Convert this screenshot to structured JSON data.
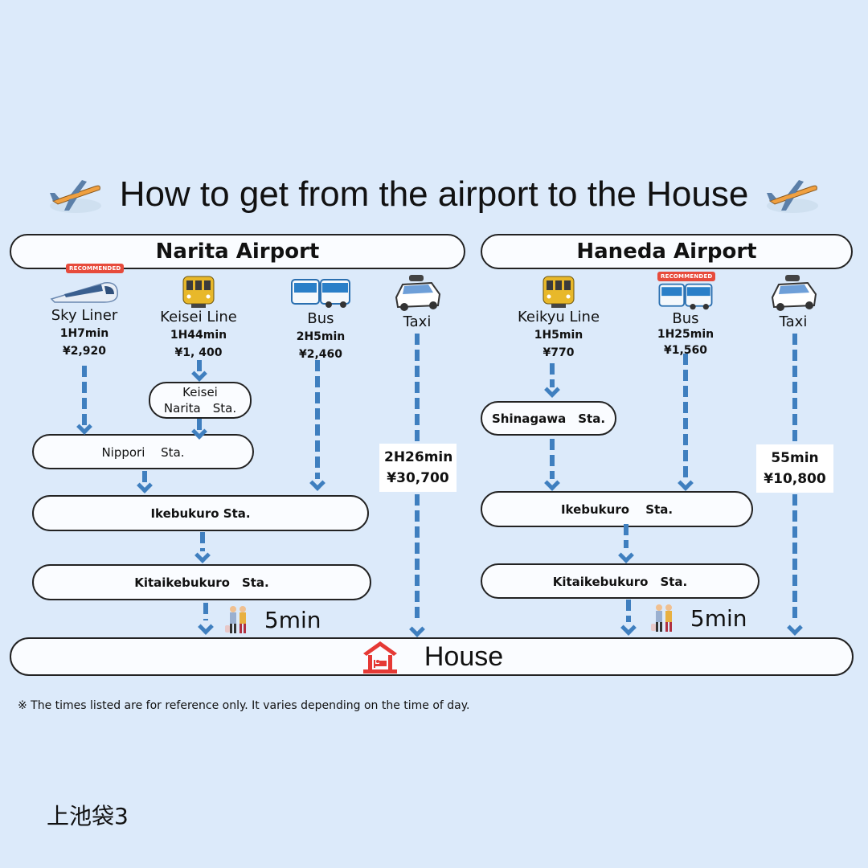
{
  "title": "How to get from the airport to the House",
  "icons": {
    "title_left": "airplane-icon",
    "title_right": "airplane-icon",
    "house": "house-bed-icon",
    "walker": "walking-people-icon"
  },
  "colors": {
    "background": "#dceafa",
    "arrow": "#3f7fbf",
    "recommended_badge": "#e74b3c",
    "house_icon": "#e53935"
  },
  "recommended_label": "RECOMMENDED",
  "narita": {
    "name": "Narita Airport",
    "modes": [
      {
        "name": "Sky Liner",
        "time": "1H7min",
        "price": "¥2,920",
        "icon": "express-train-icon",
        "recommended": true
      },
      {
        "name": "Keisei Line",
        "time": "1H44min",
        "price": "¥1, 400",
        "icon": "yellow-train-icon",
        "recommended": false
      },
      {
        "name": "Bus",
        "time": "2H5min",
        "price": "¥2,460",
        "icon": "bus-icon",
        "recommended": false
      },
      {
        "name": "Taxi",
        "time": "2H26min",
        "price": "¥30,700",
        "icon": "taxi-icon",
        "recommended": false
      }
    ],
    "stations": {
      "keisei_narita": "Keisei\nNarita　Sta.",
      "keisei_narita_l1": "Keisei",
      "keisei_narita_l2": "Narita　Sta.",
      "nippori": "Nippori　 Sta.",
      "ikebukuro": "Ikebukuro Sta.",
      "kitaikebukuro": "Kitaikebukuro　Sta."
    },
    "walk": "5min"
  },
  "haneda": {
    "name": "Haneda Airport",
    "modes": [
      {
        "name": "Keikyu Line",
        "time": "1H5min",
        "price": "¥770",
        "icon": "yellow-train-icon",
        "recommended": false
      },
      {
        "name": "Bus",
        "time": "1H25min",
        "price": "¥1,560",
        "icon": "bus-icon",
        "recommended": true
      },
      {
        "name": "Taxi",
        "time": "55min",
        "price": "¥10,800",
        "icon": "taxi-icon",
        "recommended": false
      }
    ],
    "stations": {
      "shinagawa": "Shinagawa　Sta.",
      "ikebukuro": "Ikebukuro　 Sta.",
      "kitaikebukuro": "Kitaikebukuro　Sta."
    },
    "walk": "5min"
  },
  "destination": "House",
  "note": "※ The times listed are for reference only. It varies depending on the time of day.",
  "location_label": "上池袋3"
}
